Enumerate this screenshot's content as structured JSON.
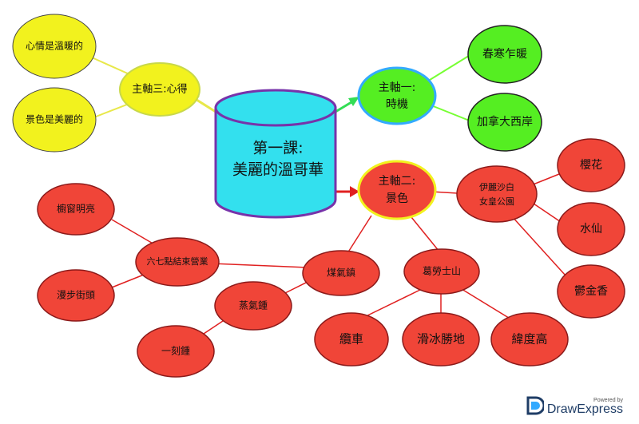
{
  "center": {
    "line1": "第一課:",
    "line2": "美麗的溫哥華"
  },
  "topics": {
    "axis1": {
      "line1": "主軸一:",
      "line2": "時機"
    },
    "axis2": {
      "line1": "主軸二:",
      "line2": "景色"
    },
    "axis3": {
      "line1": "主軸三:心得"
    }
  },
  "leaves": {
    "warm": "心情是溫暖的",
    "beautiful": "景色是美麗的",
    "spring": "春寒乍暖",
    "westcoast": "加拿大西岸",
    "park_line1": "伊麗沙白",
    "park_line2": "女皇公園",
    "sakura": "櫻花",
    "daffodil": "水仙",
    "tulip": "鬱金香",
    "gastown": "煤氣鎮",
    "grouse": "葛勞士山",
    "six_seven": "六七點結束營業",
    "window": "櫥窗明亮",
    "stroll": "漫步街頭",
    "steamclock": "蒸氣鍾",
    "quarter": "一刻鍾",
    "cable": "纜車",
    "ski": "滑冰勝地",
    "latitude": "緯度高"
  },
  "watermark": {
    "small": "Powered by",
    "brand": "DrawExpress",
    "icon": "drawexpress-logo-icon"
  },
  "colors": {
    "yellow": "#f2f21e",
    "green": "#55ee22",
    "red": "#f04538",
    "cyan": "#33e0ee",
    "purple": "#7733aa",
    "darkred": "#8b1a1a",
    "lightgreen": "#77ff33",
    "yellowline": "#e8e84a",
    "redline": "#e02020",
    "blue": "#33aaff"
  }
}
